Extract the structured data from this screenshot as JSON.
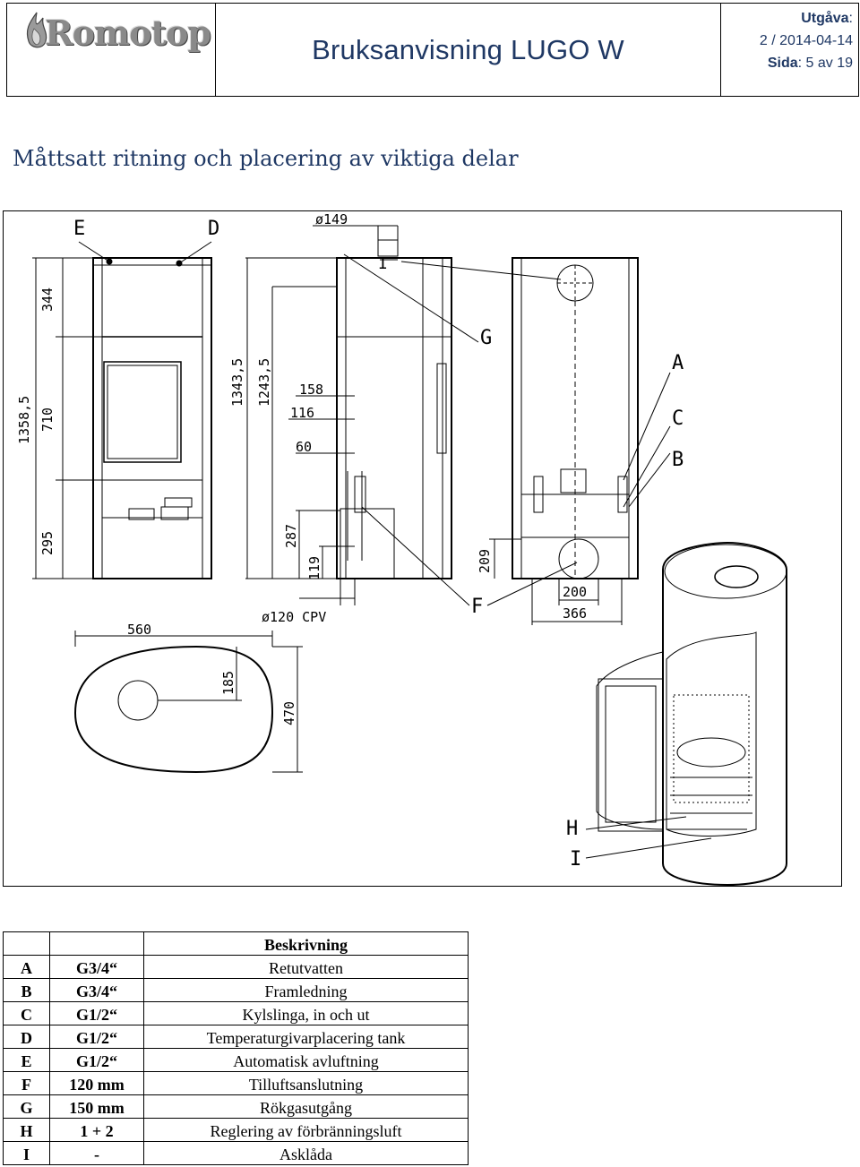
{
  "header": {
    "logo_text": "Romotop",
    "title": "Bruksanvisning LUGO W",
    "edition_label": "Utgåva",
    "edition_value": "2 / 2014-04-14",
    "page_label": "Sida",
    "page_value": "5 av 19"
  },
  "section_title": "Måttsatt ritning och placering av viktiga delar",
  "drawing": {
    "labels": {
      "E": "E",
      "D": "D",
      "dia149": "ø149",
      "I": "I",
      "G": "G",
      "A": "A",
      "C": "C",
      "B": "B",
      "F": "F",
      "H": "H",
      "I2": "I"
    },
    "dims": {
      "d344": "344",
      "d1358": "1358,5",
      "d710": "710",
      "d295": "295",
      "d1343": "1343,5",
      "d1243": "1243,5",
      "d158": "158",
      "d116": "116",
      "d60": "60",
      "d287": "287",
      "d119": "119",
      "d209": "209",
      "d200": "200",
      "d366": "366",
      "d120cpv": "ø120 CPV",
      "d560": "560",
      "d185": "185",
      "d470": "470"
    }
  },
  "table": {
    "header": "Beskrivning",
    "rows": [
      {
        "id": "A",
        "size": "G3/4“",
        "desc": "Retutvatten"
      },
      {
        "id": "B",
        "size": "G3/4“",
        "desc": "Framledning"
      },
      {
        "id": "C",
        "size": "G1/2“",
        "desc": "Kylslinga, in och ut"
      },
      {
        "id": "D",
        "size": "G1/2“",
        "desc": "Temperaturgivarplacering tank"
      },
      {
        "id": "E",
        "size": "G1/2“",
        "desc": "Automatisk avluftning"
      },
      {
        "id": "F",
        "size": "120 mm",
        "desc": "Tilluftsanslutning"
      },
      {
        "id": "G",
        "size": "150 mm",
        "desc": "Rökgasutgång"
      },
      {
        "id": "H",
        "size": "1 + 2",
        "desc": "Reglering av förbränningsluft"
      },
      {
        "id": "I",
        "size": "-",
        "desc": "Asklåda"
      }
    ]
  }
}
